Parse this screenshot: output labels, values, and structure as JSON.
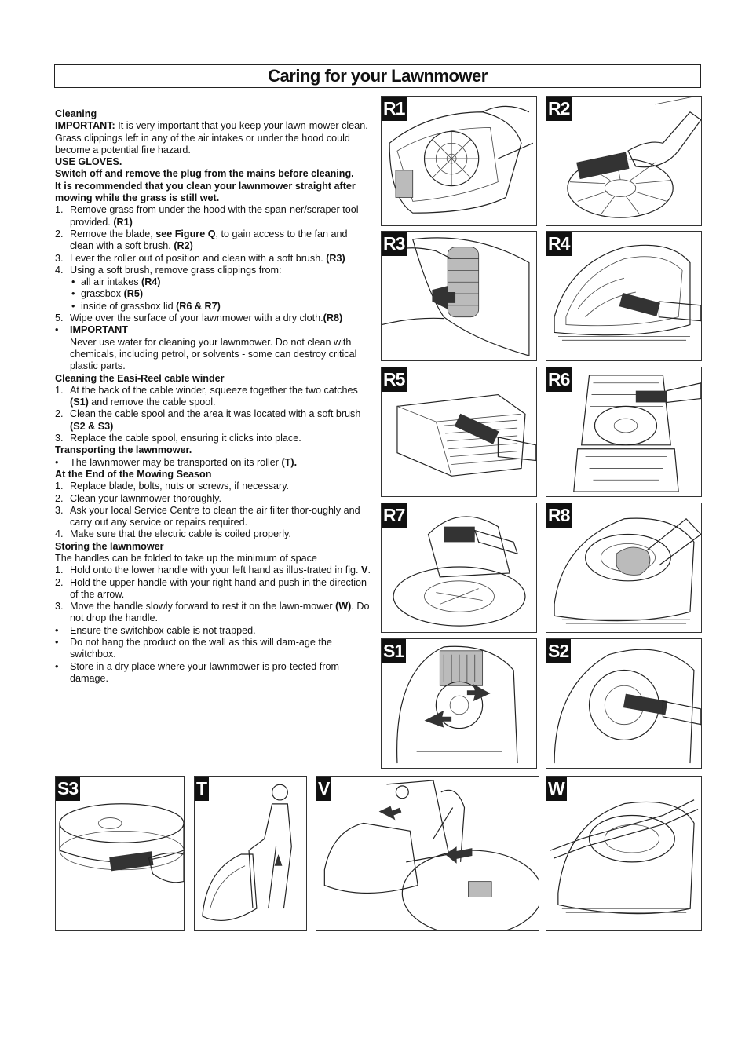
{
  "title": "Caring for your Lawnmower",
  "text": {
    "cleaning_heading": "Cleaning",
    "important_label": "IMPORTANT:",
    "important_text": " It is very important that you keep your lawn-mower clean.  Grass clippings left in any of the air intakes or under the hood could become a potential fire hazard.",
    "use_gloves": "USE GLOVES.",
    "switch_off": "Switch off and remove the plug from the mains before cleaning.",
    "recommended": "It is recommended that you clean your lawnmower straight after mowing while the grass is still wet.",
    "step1_text": "Remove grass from under the hood with the span-ner/scraper tool provided. ",
    "step1_ref": "(R1)",
    "step2_text_a": "Remove the blade, ",
    "step2_see": "see Figure Q",
    "step2_text_b": ", to gain access to the fan and clean with a soft brush. ",
    "step2_ref": "(R2)",
    "step3_text": "Lever the roller out of position and clean with a soft brush. ",
    "step3_ref": "(R3)",
    "step4_text": "Using a soft brush, remove grass clippings from:",
    "sub1_text": "all air intakes ",
    "sub1_ref": "(R4)",
    "sub2_text": "grassbox ",
    "sub2_ref": "(R5)",
    "sub3_text": "inside of grassbox lid ",
    "sub3_ref": "(R6 & R7)",
    "step5_text": "Wipe over the surface of your lawnmower with a dry cloth.",
    "step5_ref": "(R8)",
    "bullet_important": "IMPORTANT",
    "water_warning": "Never use water for cleaning your lawnmower. Do not clean with chemicals,  including petrol, or solvents - some can destroy critical plastic parts.",
    "easi_reel_heading": "Cleaning the Easi-Reel cable winder",
    "er1_text_a": "At the back of the cable winder, squeeze together the two catches ",
    "er1_ref": "(S1)",
    "er1_text_b": " and remove the cable spool.",
    "er2_text": "Clean the cable spool and the area it was located with a soft brush ",
    "er2_ref": "(S2 & S3)",
    "er3_text": "Replace the cable spool, ensuring it clicks into place.",
    "transport_heading": "Transporting the lawnmower.",
    "transport_text": "The lawnmower may be transported on its roller ",
    "transport_ref": "(T).",
    "end_heading": "At the End of the Mowing Season",
    "end1": "Replace blade, bolts, nuts or screws, if necessary.",
    "end2": "Clean your lawnmower thoroughly.",
    "end3": "Ask your local Service Centre to clean the air filter thor-oughly and carry out any service or repairs required.",
    "end4": "Make sure that the electric cable is coiled properly.",
    "store_heading": "Storing the lawnmower",
    "store_intro": "The handles can be folded to take up the minimum of space",
    "st1_text": "Hold onto the lower handle with your left hand as illus-trated in fig. ",
    "st1_ref": "V",
    "st1_end": ".",
    "st2": "Hold the upper handle with your right hand and push in the direction of the arrow.",
    "st3_text_a": "Move the handle slowly forward to rest it on the lawn-mower ",
    "st3_ref": "(W)",
    "st3_text_b": ".  Do not drop the handle.",
    "b1": "Ensure the switchbox cable is not trapped.",
    "b2": "Do not hang the product on the wall as this will dam-age the switchbox.",
    "b3": "Store in a dry place where your lawnmower is pro-tected from damage.",
    "markers": {
      "n1": "1.",
      "n2": "2.",
      "n3": "3.",
      "n4": "4.",
      "n5": "5.",
      "bullet": "•"
    }
  },
  "figures": {
    "R1": "R1",
    "R2": "R2",
    "R3": "R3",
    "R4": "R4",
    "R5": "R5",
    "R6": "R6",
    "R7": "R7",
    "R8": "R8",
    "S1": "S1",
    "S2": "S2",
    "S3": "S3",
    "T": "T",
    "V": "V",
    "W": "W"
  }
}
